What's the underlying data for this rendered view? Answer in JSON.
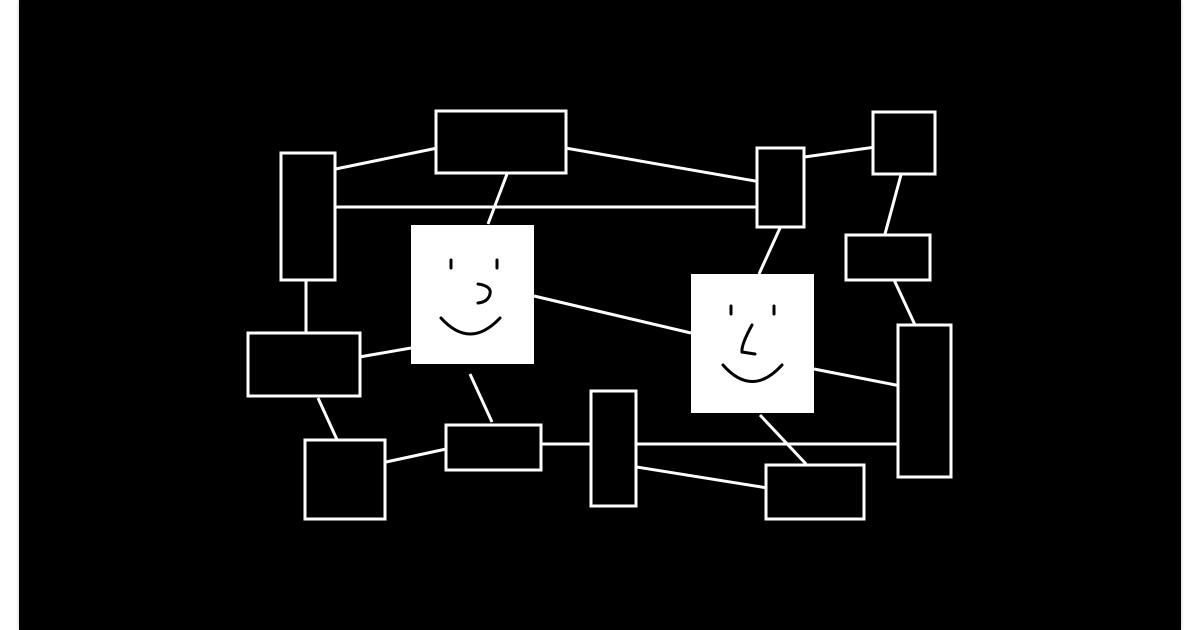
{
  "colors": {
    "page_background": "#ffffff",
    "panel_background": "#000000",
    "line": "#ffffff",
    "face_card": "#ffffff",
    "face_feature": "#000000"
  },
  "diagram": {
    "boxes": [
      "box-top-center",
      "box-left-tall",
      "box-middle-small",
      "box-top-right",
      "box-right-wide",
      "box-left-wide",
      "box-bottom-left-square",
      "box-bottom-center-wide",
      "box-bottom-center-tall",
      "box-right-tall",
      "box-bottom-right-wide"
    ],
    "faces": [
      {
        "name": "smiley-face-left",
        "icon": "smiley-face-icon"
      },
      {
        "name": "smiley-face-right",
        "icon": "smiley-face-icon"
      }
    ]
  }
}
